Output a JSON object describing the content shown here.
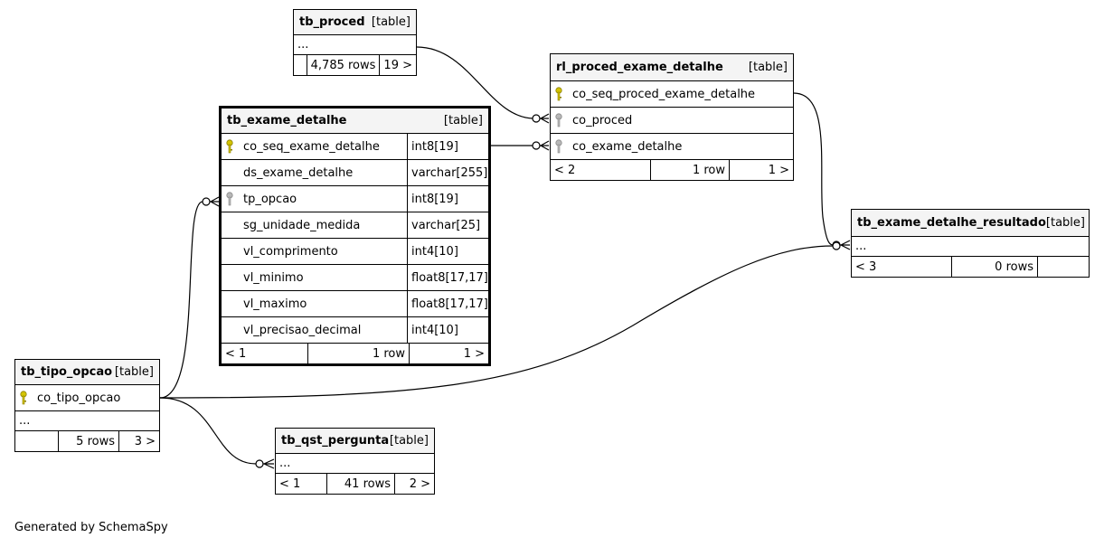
{
  "colors": {
    "primary_key": "#d4c400",
    "foreign_key": "#a8a8a8",
    "header_bg": "#f4f4f4"
  },
  "tables": {
    "tb_proced": {
      "name": "tb_proced",
      "kind": "[table]",
      "ellipsis": "...",
      "footer": [
        "",
        "4,785 rows",
        "19 >"
      ]
    },
    "rl_proced_exame_detalhe": {
      "name": "rl_proced_exame_detalhe",
      "kind": "[table]",
      "columns": [
        {
          "name": "co_seq_proced_exame_detalhe",
          "icon": "primary-key-icon"
        },
        {
          "name": "co_proced",
          "icon": "foreign-key-icon"
        },
        {
          "name": "co_exame_detalhe",
          "icon": "foreign-key-icon"
        }
      ],
      "footer": [
        "< 2",
        "1 row",
        "1 >"
      ]
    },
    "tb_exame_detalhe": {
      "name": "tb_exame_detalhe",
      "kind": "[table]",
      "columns": [
        {
          "name": "co_seq_exame_detalhe",
          "type": "int8[19]",
          "icon": "primary-key-icon"
        },
        {
          "name": "ds_exame_detalhe",
          "type": "varchar[255]",
          "icon": ""
        },
        {
          "name": "tp_opcao",
          "type": "int8[19]",
          "icon": "foreign-key-icon"
        },
        {
          "name": "sg_unidade_medida",
          "type": "varchar[25]",
          "icon": ""
        },
        {
          "name": "vl_comprimento",
          "type": "int4[10]",
          "icon": ""
        },
        {
          "name": "vl_minimo",
          "type": "float8[17,17]",
          "icon": ""
        },
        {
          "name": "vl_maximo",
          "type": "float8[17,17]",
          "icon": ""
        },
        {
          "name": "vl_precisao_decimal",
          "type": "int4[10]",
          "icon": ""
        }
      ],
      "footer": [
        "< 1",
        "1 row",
        "1 >"
      ]
    },
    "tb_exame_detalhe_resultado": {
      "name": "tb_exame_detalhe_resultado",
      "kind": "[table]",
      "ellipsis": "...",
      "footer": [
        "< 3",
        "0 rows",
        ""
      ]
    },
    "tb_tipo_opcao": {
      "name": "tb_tipo_opcao",
      "kind": "[table]",
      "columns": [
        {
          "name": "co_tipo_opcao",
          "icon": "primary-key-icon"
        }
      ],
      "ellipsis": "...",
      "footer": [
        "",
        "5 rows",
        "3 >"
      ]
    },
    "tb_qst_pergunta": {
      "name": "tb_qst_pergunta",
      "kind": "[table]",
      "ellipsis": "...",
      "footer": [
        "< 1",
        "41 rows",
        "2 >"
      ]
    }
  },
  "relationships": [
    {
      "from": "tb_proced",
      "to": "rl_proced_exame_detalhe.co_proced"
    },
    {
      "from": "tb_exame_detalhe.co_seq_exame_detalhe",
      "to": "rl_proced_exame_detalhe.co_exame_detalhe"
    },
    {
      "from": "rl_proced_exame_detalhe.co_seq_proced_exame_detalhe",
      "to": "tb_exame_detalhe_resultado"
    },
    {
      "from": "tb_tipo_opcao.co_tipo_opcao",
      "to": "tb_exame_detalhe.tp_opcao"
    },
    {
      "from": "tb_tipo_opcao.co_tipo_opcao",
      "to": "tb_exame_detalhe_resultado"
    },
    {
      "from": "tb_tipo_opcao.co_tipo_opcao",
      "to": "tb_qst_pergunta"
    }
  ],
  "credit": "Generated by SchemaSpy"
}
